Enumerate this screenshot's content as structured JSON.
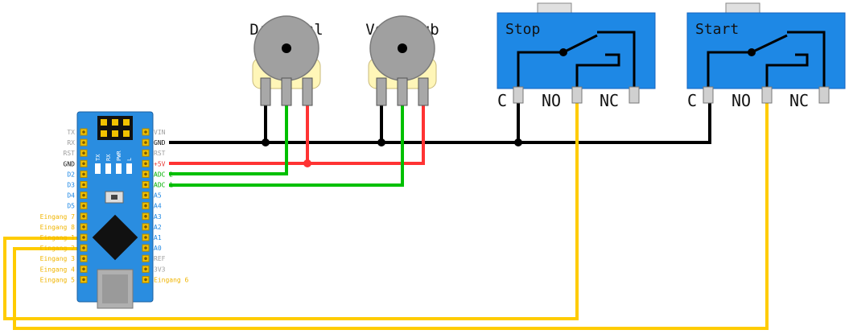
{
  "colors": {
    "gnd": "#000000",
    "vcc": "#ff3333",
    "adc": "#00c000",
    "input": "#ffcc00",
    "board": "#2a8de0",
    "switch_body": "#1e88e5",
    "pin_gray": "#9e9e9e"
  },
  "potentiometers": [
    {
      "title": "Drehzahl"
    },
    {
      "title": "Vorschub"
    }
  ],
  "switches": [
    {
      "title": "Stop",
      "terminals": [
        "C",
        "NO",
        "NC"
      ]
    },
    {
      "title": "Start",
      "terminals": [
        "C",
        "NO",
        "NC"
      ]
    }
  ],
  "arduino": {
    "left_pins": [
      {
        "label": "TX",
        "color": "#9e9e9e"
      },
      {
        "label": "RX",
        "color": "#9e9e9e"
      },
      {
        "label": "RST",
        "color": "#9e9e9e"
      },
      {
        "label": "GND",
        "color": "#111111"
      },
      {
        "label": "D2",
        "color": "#1e88e5"
      },
      {
        "label": "D3",
        "color": "#1e88e5"
      },
      {
        "label": "D4",
        "color": "#1e88e5"
      },
      {
        "label": "D5",
        "color": "#1e88e5"
      },
      {
        "label": "Eingang 7",
        "color": "#f0b400"
      },
      {
        "label": "Eingang 8",
        "color": "#f0b400"
      },
      {
        "label": "Eingang 1",
        "color": "#f0b400"
      },
      {
        "label": "Eingang 2",
        "color": "#f0b400"
      },
      {
        "label": "Eingang 3",
        "color": "#f0b400"
      },
      {
        "label": "Eingang 4",
        "color": "#f0b400"
      },
      {
        "label": "Eingang 5",
        "color": "#f0b400"
      }
    ],
    "right_pins": [
      {
        "label": "VIN",
        "color": "#9e9e9e"
      },
      {
        "label": "GND",
        "color": "#111111"
      },
      {
        "label": "RST",
        "color": "#9e9e9e"
      },
      {
        "label": "+5V",
        "color": "#e53935"
      },
      {
        "label": "ADC 2",
        "color": "#00b000"
      },
      {
        "label": "ADC 1",
        "color": "#00b000"
      },
      {
        "label": "A5",
        "color": "#1e88e5"
      },
      {
        "label": "A4",
        "color": "#1e88e5"
      },
      {
        "label": "A3",
        "color": "#1e88e5"
      },
      {
        "label": "A2",
        "color": "#1e88e5"
      },
      {
        "label": "A1",
        "color": "#1e88e5"
      },
      {
        "label": "A0",
        "color": "#1e88e5"
      },
      {
        "label": "REF",
        "color": "#9e9e9e"
      },
      {
        "label": "3V3",
        "color": "#9e9e9e"
      },
      {
        "label": "Eingang 6",
        "color": "#f0b400"
      }
    ],
    "board_labels": [
      "TX",
      "RX",
      "PWR",
      "L"
    ]
  }
}
